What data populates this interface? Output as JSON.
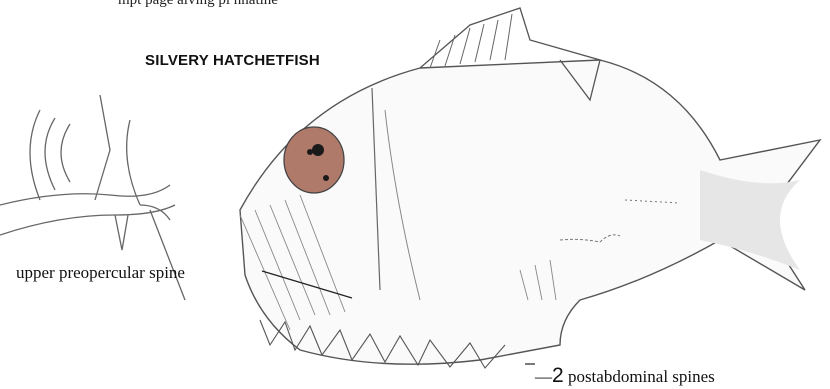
{
  "figure": {
    "caption_fragment": "mpt page aiving pl nnatine",
    "title": "SILVERY HATCHETFISH",
    "labels": {
      "upper_spine": "upper preopercular spine",
      "post_number": "2",
      "post_text": "postabdominal spines"
    },
    "colors": {
      "outline": "#555555",
      "eye_fill": "#b07a6a",
      "eye_pupil": "#1a1a1a",
      "body_shade": "#d9d9d9"
    }
  }
}
